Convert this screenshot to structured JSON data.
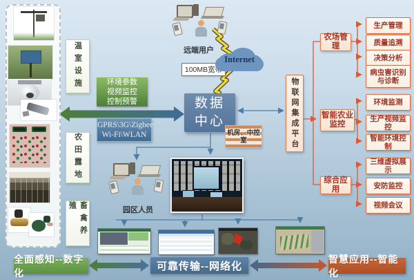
{
  "top": {
    "remote_users": "远端用户",
    "bandwidth": "100MB宽带",
    "internet": "Internet"
  },
  "left": {
    "labels": [
      "温室设施",
      "农田露地",
      "畜禽养殖"
    ],
    "photos": [
      "weather-station",
      "field-sensor",
      "dome-camera",
      "bullet-camera",
      "control-panel",
      "greenhouse-field",
      "solenoid-valve",
      "water-pump"
    ]
  },
  "center": {
    "env_box": [
      "环境参数",
      "视频监控",
      "控制预警"
    ],
    "network_box": [
      "GPRS\\3G\\Zigbee",
      "Wi-Fi\\WLAN"
    ],
    "data_center": "数据中心",
    "server_room": "机房、中控室",
    "park_users": "园区人员",
    "iot_platform": "物联网集成平台"
  },
  "right_tree": {
    "groups": [
      {
        "label": "农场管理",
        "children": [
          "生产管理",
          "质量追溯",
          "决策分析",
          "病虫害识别与诊断"
        ]
      },
      {
        "label": "智能农业监控",
        "children": [
          "环境监测",
          "生产视频监控",
          "智能环境控制"
        ]
      },
      {
        "label": "综合应用",
        "children": [
          "三维虚拟展示",
          "安防监控",
          "视频会议"
        ]
      }
    ]
  },
  "banners": [
    "全面感知--数字化",
    "可靠传输--网络化",
    "智慧应用--智能化"
  ],
  "colors": {
    "banner_green": "#69a04b",
    "banner_blue": "#4f7599",
    "banner_orange": "#bf5a2d",
    "data_center_blue": "#5a7ca3",
    "connector_blue": "#4d7ea8",
    "connector_orange": "#d95b34",
    "env_green": "#4e7f38",
    "network_blue": "#3d6a95"
  }
}
